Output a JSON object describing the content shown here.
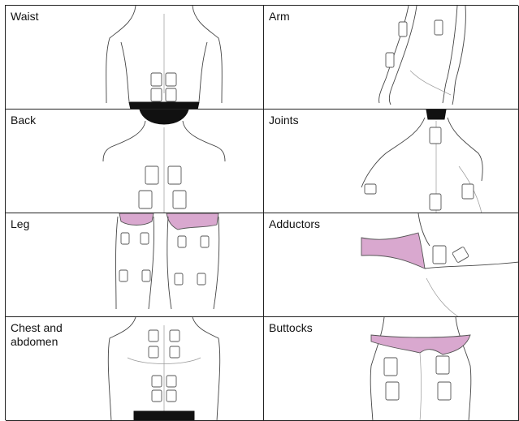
{
  "panels": [
    {
      "label": "Waist",
      "illustration": "lower-back-with-four-electrode-pads"
    },
    {
      "label": "Arm",
      "illustration": "arms-with-electrode-pads"
    },
    {
      "label": "Back",
      "illustration": "upper-back-with-four-electrode-pads"
    },
    {
      "label": "Joints",
      "illustration": "shoulder-and-elbow-with-electrode-pads"
    },
    {
      "label": "Leg",
      "illustration": "legs-with-electrode-pads"
    },
    {
      "label": "Adductors",
      "illustration": "inner-thigh-with-electrode-pads"
    },
    {
      "label": "Chest and\nabdomen",
      "illustration": "torso-with-electrode-pads"
    },
    {
      "label": "Buttocks",
      "illustration": "buttocks-with-electrode-pads"
    }
  ],
  "colors": {
    "underwear": "#d9a8cf",
    "garment_black": "#111111",
    "border": "#222222"
  }
}
